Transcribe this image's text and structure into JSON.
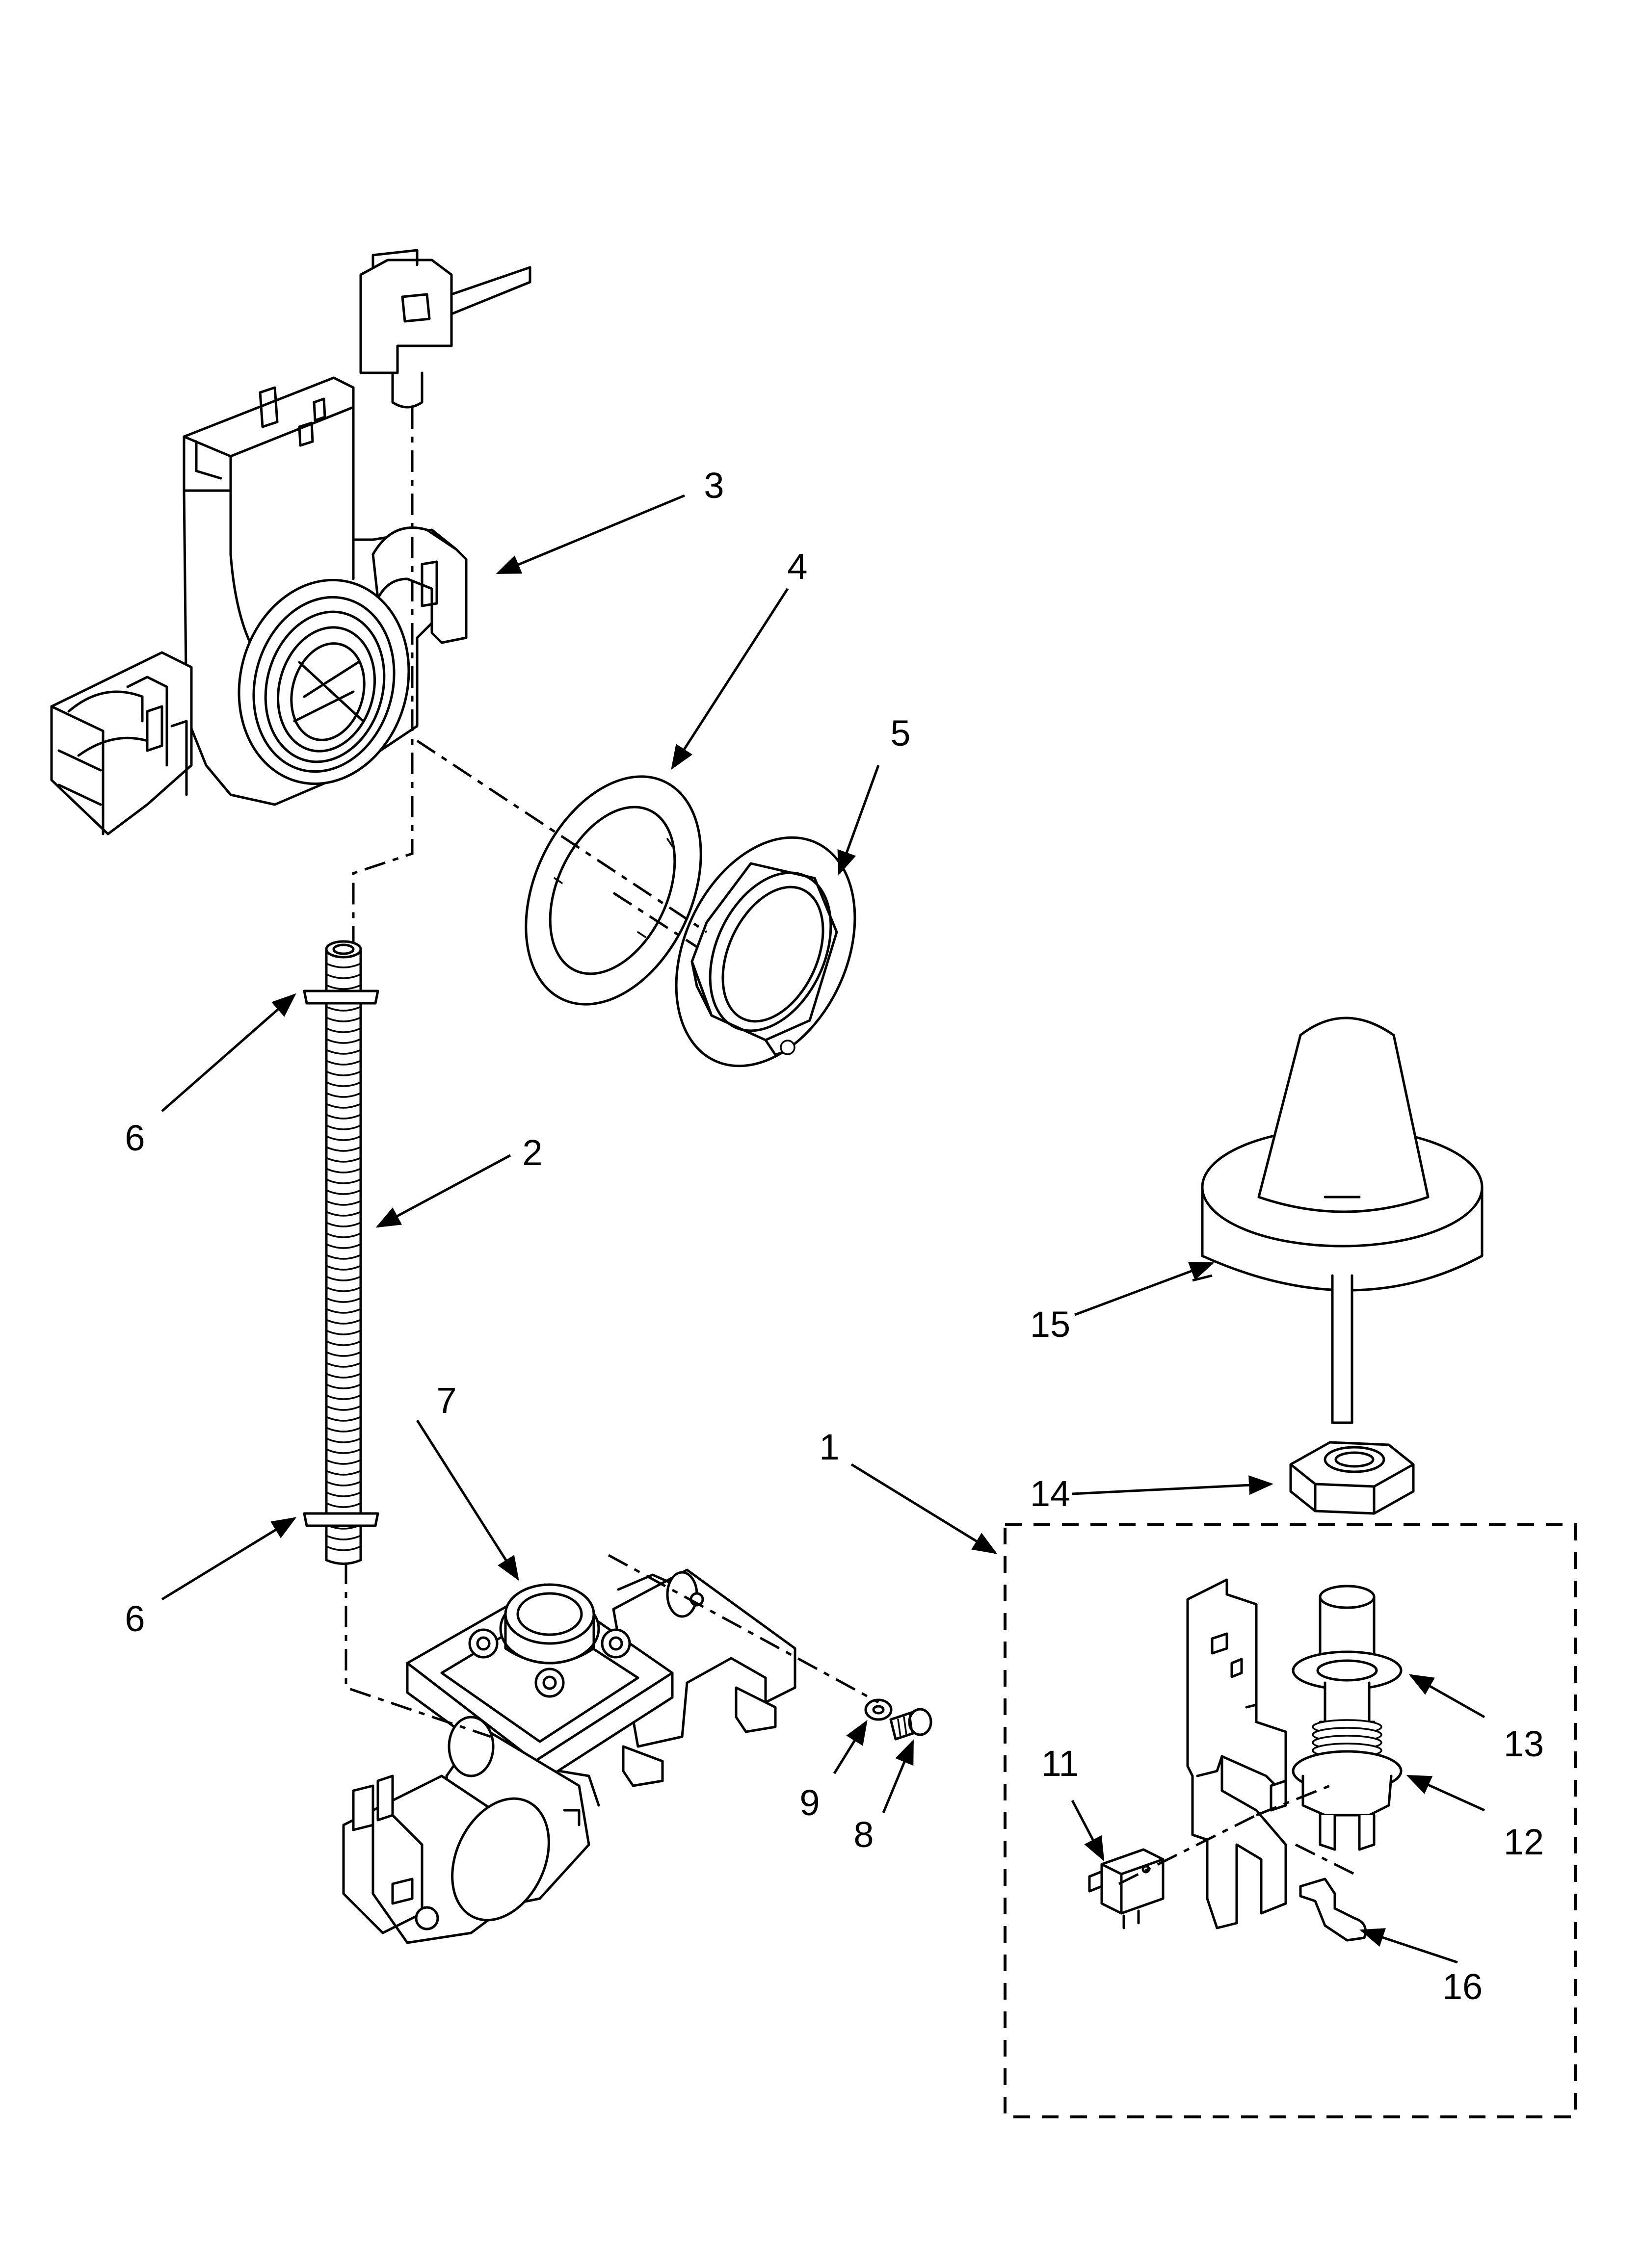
{
  "callouts": [
    {
      "id": "c1",
      "label": "1"
    },
    {
      "id": "c2",
      "label": "2"
    },
    {
      "id": "c3",
      "label": "3"
    },
    {
      "id": "c4",
      "label": "4"
    },
    {
      "id": "c5",
      "label": "5"
    },
    {
      "id": "c6a",
      "label": "6"
    },
    {
      "id": "c6b",
      "label": "6"
    },
    {
      "id": "c7",
      "label": "7"
    },
    {
      "id": "c8",
      "label": "8"
    },
    {
      "id": "c9",
      "label": "9"
    },
    {
      "id": "c11",
      "label": "11"
    },
    {
      "id": "c12",
      "label": "12"
    },
    {
      "id": "c13",
      "label": "13"
    },
    {
      "id": "c14",
      "label": "14"
    },
    {
      "id": "c15",
      "label": "15"
    },
    {
      "id": "c16",
      "label": "16"
    }
  ]
}
